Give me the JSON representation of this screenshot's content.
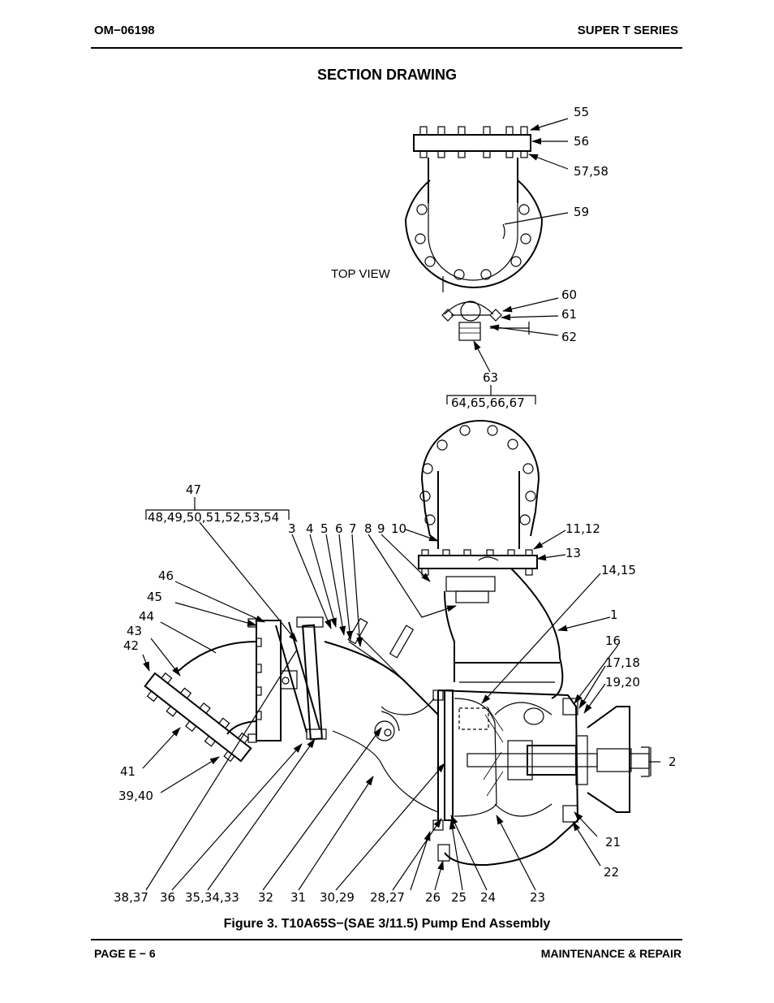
{
  "header": {
    "left": "OM−06198",
    "right": "SUPER T SERIES"
  },
  "section_title": "SECTION DRAWING",
  "top_view_label": "TOP VIEW",
  "callouts": {
    "c55": "55",
    "c56": "56",
    "c5758": "57,58",
    "c59": "59",
    "c60": "60",
    "c61": "61",
    "c62": "62",
    "c63": "63",
    "c64_67": "64,65,66,67",
    "c47": "47",
    "c48_54": "48,49,50,51,52,53,54",
    "c3": "3",
    "c4": "4",
    "c5": "5",
    "c6": "6",
    "c7": "7",
    "c8": "8",
    "c9": "9",
    "c10": "10",
    "c1112": "11,12",
    "c13": "13",
    "c1415": "14,15",
    "c1": "1",
    "c16": "16",
    "c1718": "17,18",
    "c1920": "19,20",
    "c2": "2",
    "c21": "21",
    "c22": "22",
    "c46": "46",
    "c45": "45",
    "c44": "44",
    "c43": "43",
    "c42": "42",
    "c41": "41",
    "c3940": "39,40",
    "c3837": "38,37",
    "c36": "36",
    "c353433": "35,34,33",
    "c32": "32",
    "c31": "31",
    "c3029": "30,29",
    "c2827": "28,27",
    "c26": "26",
    "c25": "25",
    "c24": "24",
    "c23": "23"
  },
  "figure_caption": "Figure 3.  T10A65S−(SAE 3/11.5) Pump End Assembly",
  "footer": {
    "left": "PAGE E − 6",
    "right": "MAINTENANCE & REPAIR"
  }
}
